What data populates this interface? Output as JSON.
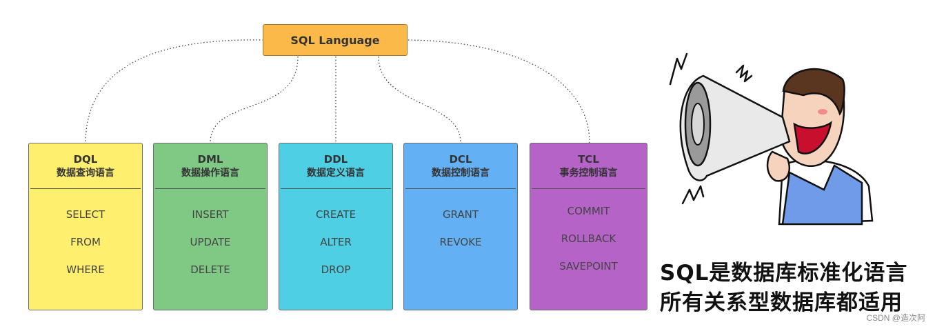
{
  "root": {
    "label": "SQL Language",
    "color": "#fbb94a"
  },
  "categories": [
    {
      "abbr": "DQL",
      "name": "数据查询语言",
      "color": "#ffef6e",
      "items": [
        "SELECT",
        "FROM",
        "WHERE"
      ]
    },
    {
      "abbr": "DML",
      "name": "数据操作语言",
      "color": "#7fc985",
      "items": [
        "INSERT",
        "UPDATE",
        "DELETE"
      ]
    },
    {
      "abbr": "DDL",
      "name": "数据定义语言",
      "color": "#4ecfe3",
      "items": [
        "CREATE",
        "ALTER",
        "DROP"
      ]
    },
    {
      "abbr": "DCL",
      "name": "数据控制语言",
      "color": "#63b1f4",
      "items": [
        "GRANT",
        "REVOKE"
      ]
    },
    {
      "abbr": "TCL",
      "name": "事务控制语言",
      "color": "#b663c8",
      "items": [
        "COMMIT",
        "ROLLBACK",
        "SAVEPOINT"
      ]
    }
  ],
  "slogan": {
    "line1": "SQL是数据库标准化语言",
    "line2": "所有关系型数据库都适用"
  },
  "watermark": "CSDN @造次阿"
}
